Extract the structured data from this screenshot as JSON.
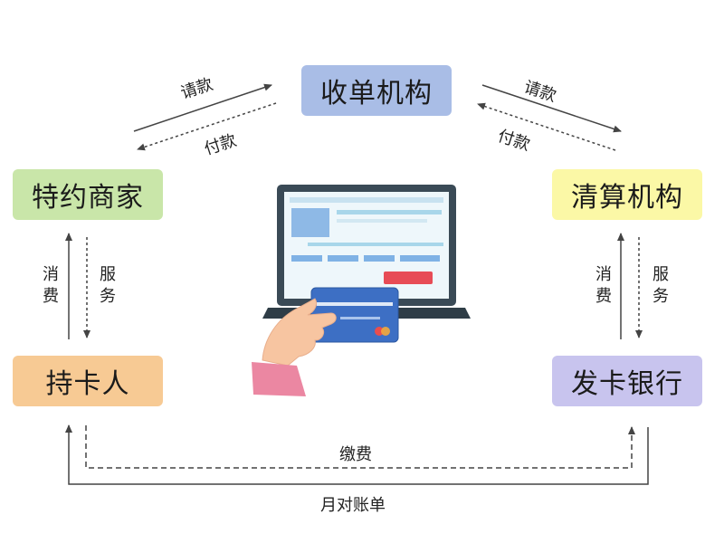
{
  "nodes": {
    "acquirer": "收单机构",
    "merchant": "特约商家",
    "clearing": "清算机构",
    "cardholder": "持卡人",
    "issuer": "发卡银行"
  },
  "flows": {
    "request_left": "请款",
    "pay_left": "付款",
    "request_right": "请款",
    "pay_right": "付款",
    "consume_left": "消费",
    "service_left": "服务",
    "consume_right": "消费",
    "service_right": "服务",
    "payment": "缴费",
    "statement": "月对账单"
  },
  "colors": {
    "acquirer_bg": "#a9bde6",
    "merchant_bg": "#c9e6a9",
    "clearing_bg": "#fbf8a6",
    "cardholder_bg": "#f7ca94",
    "issuer_bg": "#c8c4ee",
    "laptop_frame": "#3a4a56",
    "card_blue": "#3d6fc4"
  },
  "icons": [
    "laptop-icon",
    "credit-card-icon",
    "hand-icon"
  ]
}
